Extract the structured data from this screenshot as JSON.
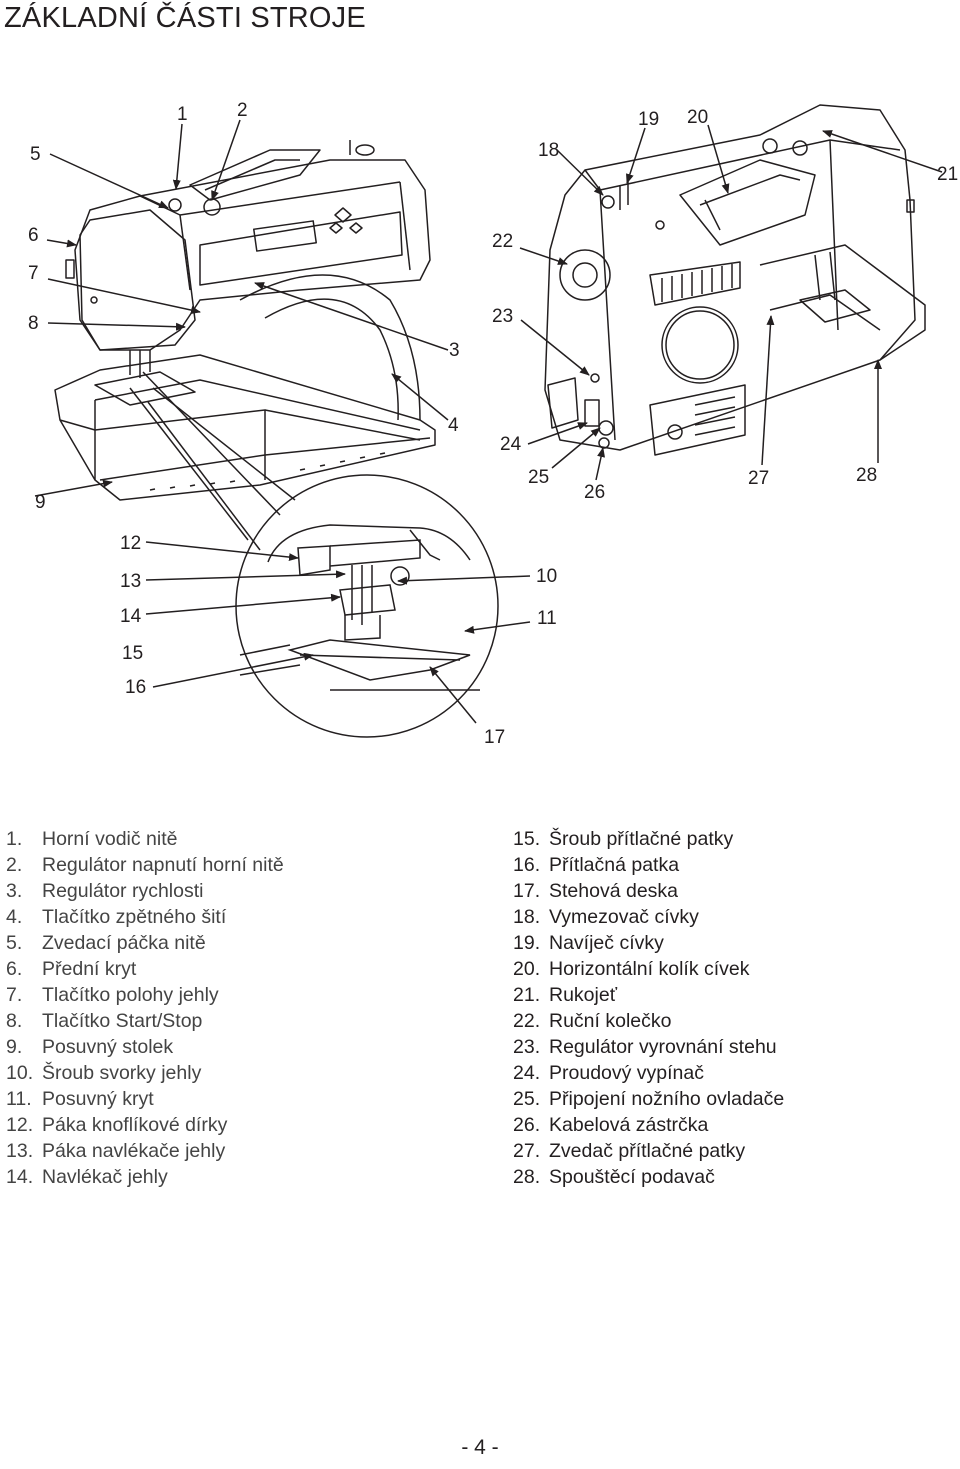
{
  "title": "ZÁKLADNÍ ČÁSTI STROJE",
  "callouts": [
    "1",
    "2",
    "3",
    "4",
    "5",
    "6",
    "7",
    "8",
    "9",
    "10",
    "11",
    "12",
    "13",
    "14",
    "15",
    "16",
    "17",
    "18",
    "19",
    "20",
    "21",
    "22",
    "23",
    "24",
    "25",
    "26",
    "27",
    "28"
  ],
  "parts": [
    {
      "num": "1.",
      "name": "Horní vodič nitě"
    },
    {
      "num": "2.",
      "name": "Regulátor napnutí horní nitě"
    },
    {
      "num": "3.",
      "name": "Regulátor rychlosti"
    },
    {
      "num": "4.",
      "name": "Tlačítko zpětného šití"
    },
    {
      "num": "5.",
      "name": "Zvedací páčka nitě"
    },
    {
      "num": "6.",
      "name": "Přední kryt"
    },
    {
      "num": "7.",
      "name": "Tlačítko polohy jehly"
    },
    {
      "num": "8.",
      "name": "Tlačítko Start/Stop"
    },
    {
      "num": "9.",
      "name": "Posuvný stolek"
    },
    {
      "num": "10.",
      "name": "Šroub svorky jehly"
    },
    {
      "num": "11.",
      "name": "Posuvný kryt"
    },
    {
      "num": "12.",
      "name": "Páka knoflíkové dírky"
    },
    {
      "num": "13.",
      "name": "Páka navlékače jehly"
    },
    {
      "num": "14.",
      "name": "Navlékač jehly"
    },
    {
      "num": "15.",
      "name": "Šroub přítlačné patky"
    },
    {
      "num": "16.",
      "name": "Přítlačná patka"
    },
    {
      "num": "17.",
      "name": "Stehová deska"
    },
    {
      "num": "18.",
      "name": "Vymezovač cívky"
    },
    {
      "num": "19.",
      "name": "Navíječ cívky"
    },
    {
      "num": "20.",
      "name": "Horizontální kolík cívek"
    },
    {
      "num": "21.",
      "name": "Rukojeť"
    },
    {
      "num": "22.",
      "name": "Ruční kolečko"
    },
    {
      "num": "23.",
      "name": "Regulátor vyrovnání stehu"
    },
    {
      "num": "24.",
      "name": "Proudový vypínač"
    },
    {
      "num": "25.",
      "name": "Připojení nožního ovladače"
    },
    {
      "num": "26.",
      "name": "Kabelová zástrčka"
    },
    {
      "num": "27.",
      "name": "Zvedač přítlačné patky"
    },
    {
      "num": "28.",
      "name": "Spouštěcí podavač"
    }
  ],
  "page_number": "- 4 -"
}
